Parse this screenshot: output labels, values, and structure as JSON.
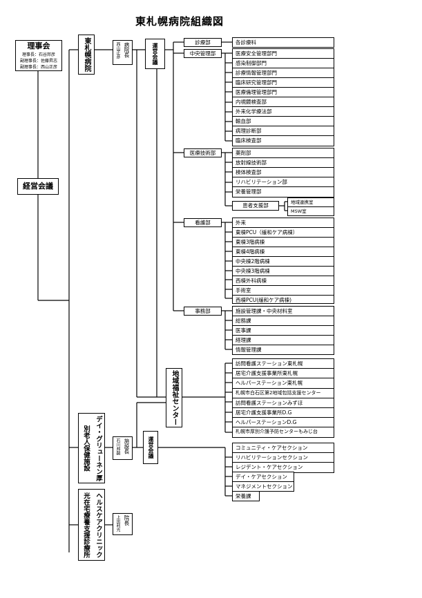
{
  "title": "東札幌病院組織図",
  "board": {
    "name": "理事会",
    "lines": [
      "理事長：石谷邦彦",
      "副理事長：佐藤昇志",
      "副理事長：西山正彦"
    ]
  },
  "council": "経営会議",
  "hospital": {
    "name": "東札幌病院",
    "head": "病院長",
    "head_name": "西山正彦",
    "mgmt": "運営会議"
  },
  "depts": {
    "clinical": {
      "label": "診療部",
      "items": [
        "各診療科"
      ]
    },
    "central": {
      "label": "中央管理部",
      "items": [
        "医療安全管理部門",
        "感染制御部門",
        "診療情報管理部門",
        "臨床研究管理部門",
        "医療倫理管理部門",
        "内視鏡検査部",
        "外来化学療法部",
        "輸血部",
        "病理診断部",
        "臨床検査部"
      ]
    },
    "technical": {
      "label": "医療技術部",
      "items": [
        "薬剤部",
        "放射線技術部",
        "検体検査部",
        "リハビリテーション部",
        "栄養管理部"
      ],
      "support": {
        "label": "患者支援部",
        "items": [
          "地域連携室",
          "MSW室"
        ]
      }
    },
    "nursing": {
      "label": "看護部",
      "items": [
        "外来",
        "東棟PCU（緩和ケア病棟）",
        "東棟3階病棟",
        "東棟4階病棟",
        "中央棟2階病棟",
        "中央棟3階病棟",
        "西棟外科病棟",
        "手術室",
        "西棟PCU(緩和ケア病棟)"
      ]
    },
    "office": {
      "label": "事務部",
      "items": [
        "施設管理課・中央材料室",
        "総務課",
        "医事課",
        "経理課",
        "情報管理課"
      ]
    }
  },
  "community": {
    "name": "地域福祉センター",
    "items": [
      "訪問看護ステーション東札幌",
      "居宅介護支援事業所東札幌",
      "ヘルパーステーション東札幌",
      "札幌市白石区第2地域包括支援センター",
      "訪問看護ステーションみずほ",
      "居宅介護支援事業所D.G",
      "ヘルパーステーションD.G",
      "札幌市厚別介護予防センターもみじ台"
    ]
  },
  "dg": {
    "name": "デイ・グリューネン厚別老人保健施設",
    "head": "施設長",
    "head_name": "石川邦嗣",
    "mgmt": "運営会議",
    "items": [
      "コミュニティ・ケアセクション",
      "リハビリテーションセクション",
      "レジデント・ケアセクション",
      "デイ・ケアセクション",
      "マネジメントセクション",
      "栄養課"
    ]
  },
  "clinic": {
    "name": "ヘルスケアクリニック光在宅療養支援診療所",
    "head": "院長",
    "head_name": "上出利光"
  }
}
